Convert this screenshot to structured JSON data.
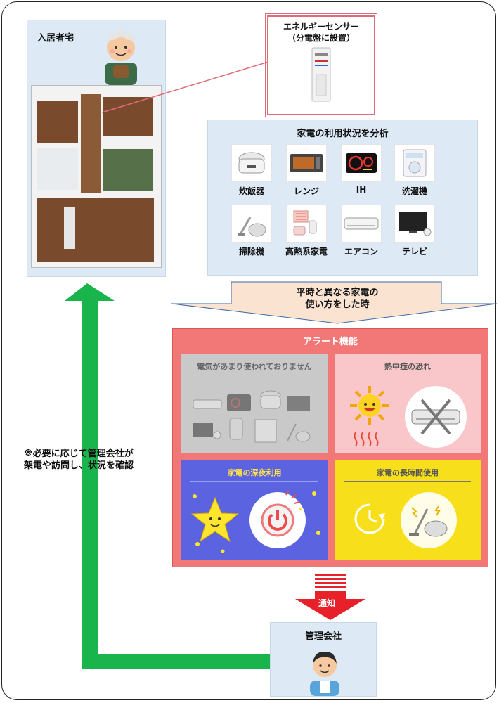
{
  "resident": {
    "title": "入居者宅"
  },
  "sensor": {
    "title": "エネルギーセンサー",
    "subtitle": "（分電盤に設置）"
  },
  "analysis": {
    "title": "家電の利用状況を分析",
    "appliances": [
      {
        "label": "炊飯器",
        "icon": "rice-cooker-icon"
      },
      {
        "label": "レンジ",
        "icon": "microwave-icon"
      },
      {
        "label": "IH",
        "icon": "ih-cooktop-icon"
      },
      {
        "label": "洗濯機",
        "icon": "washing-machine-icon"
      },
      {
        "label": "掃除機",
        "icon": "vacuum-icon"
      },
      {
        "label": "高熱系家電",
        "icon": "heater-icon"
      },
      {
        "label": "エアコン",
        "icon": "air-conditioner-icon"
      },
      {
        "label": "テレビ",
        "icon": "tv-icon"
      }
    ]
  },
  "trigger": {
    "line1": "平時と異なる家電の",
    "line2": "使い方をした時"
  },
  "alert": {
    "title": "アラート機能",
    "cards": {
      "unused": {
        "title": "電気があまり使われておりません",
        "color": "#c9c9c9"
      },
      "heatstroke": {
        "title": "熱中症の恐れ",
        "color": "#f9c7c9"
      },
      "late_night": {
        "title": "家電の深夜利用",
        "color": "#5b63e0"
      },
      "long_use": {
        "title": "家電の長時間使用",
        "color": "#f7df1c"
      }
    }
  },
  "notify": {
    "label": "通知"
  },
  "company": {
    "title": "管理会社"
  },
  "note": {
    "line1": "※必要に応じて管理会社が",
    "line2": "架電や訪問し、状況を確認"
  },
  "colors": {
    "panel": "#dde9f5",
    "alert": "#f27777",
    "arrow_green": "#19b44b",
    "arrow_red": "#e8202a"
  }
}
